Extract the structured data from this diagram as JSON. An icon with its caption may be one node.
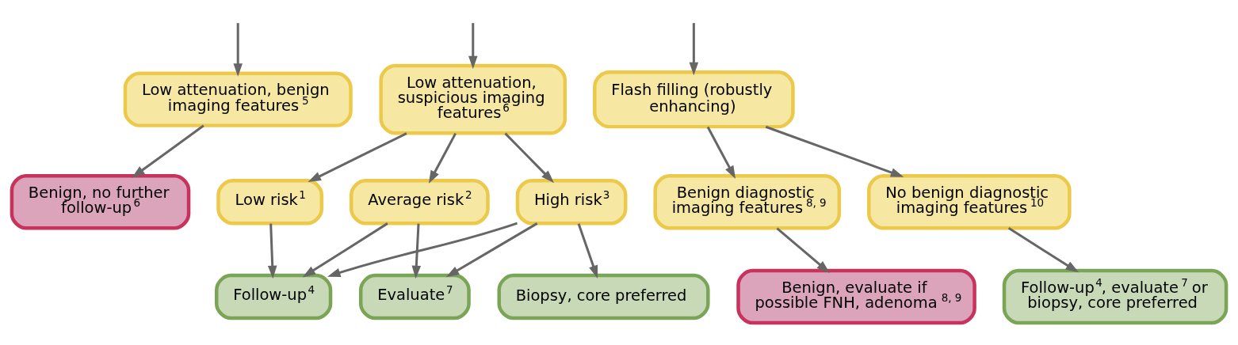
{
  "diagram": {
    "nodes": [
      {
        "text": [
          "Low attenuation, benign imaging features$^{5}$"
        ]
      },
      {
        "text": [
          "Low attenuation, suspicious imaging features$^{6}$"
        ]
      },
      {
        "text": [
          "Flash filling (robustly enhancing)"
        ]
      },
      {
        "text": [
          "Benign, no further follow-up$^{6}$"
        ]
      },
      {
        "text": [
          "Low risk$^{1}$"
        ]
      },
      {
        "text": [
          "Average risk$^{2}$"
        ]
      },
      {
        "text": [
          "High risk$^{3}$"
        ]
      },
      {
        "text": [
          "Benign diagnostic imaging features$^{8, 9}$"
        ]
      },
      {
        "text": [
          "No benign diagnostic imaging features$^{10}$"
        ]
      },
      {
        "text": [
          "Follow-up$^{4}$"
        ]
      },
      {
        "text": [
          "Evaluate$^{7}$"
        ]
      },
      {
        "text": [
          "Biopsy, core preferred"
        ]
      },
      {
        "text": [
          "Benign, evaluate if possible FNH, adenoma$^{8, 9}$"
        ]
      },
      {
        "text": [
          "Follow-up$^{4}$, evaluate$^{7}$ or biopsy, core preferred"
        ]
      }
    ],
    "edges": [
      {
        "from": null,
        "to": 0,
        "arrow": "to"
      },
      {
        "from": null,
        "to": 1,
        "arrow": "to"
      },
      {
        "from": null,
        "to": 2,
        "arrow": "to"
      },
      {
        "from": 0,
        "to": 3,
        "arrow": "to"
      },
      {
        "from": 1,
        "to": 4,
        "arrow": "to"
      },
      {
        "from": 1,
        "to": 5,
        "arrow": "to"
      },
      {
        "from": 1,
        "to": 6,
        "arrow": "to"
      },
      {
        "from": 2,
        "to": 7,
        "arrow": "to"
      },
      {
        "from": 2,
        "to": 8,
        "arrow": "to"
      },
      {
        "from": 4,
        "to": 9,
        "arrow": "to"
      },
      {
        "from": 5,
        "to": 9,
        "arrow": "to"
      },
      {
        "from": 5,
        "to": 10,
        "arrow": "to"
      },
      {
        "from": 6,
        "to": 9,
        "arrow": "to"
      },
      {
        "from": 6,
        "to": 10,
        "arrow": "to"
      },
      {
        "from": 6,
        "to": 11,
        "arrow": "to"
      },
      {
        "from": 7,
        "to": 12,
        "arrow": "to"
      },
      {
        "from": 8,
        "to": 13,
        "arrow": "to"
      }
    ]
  }
}
